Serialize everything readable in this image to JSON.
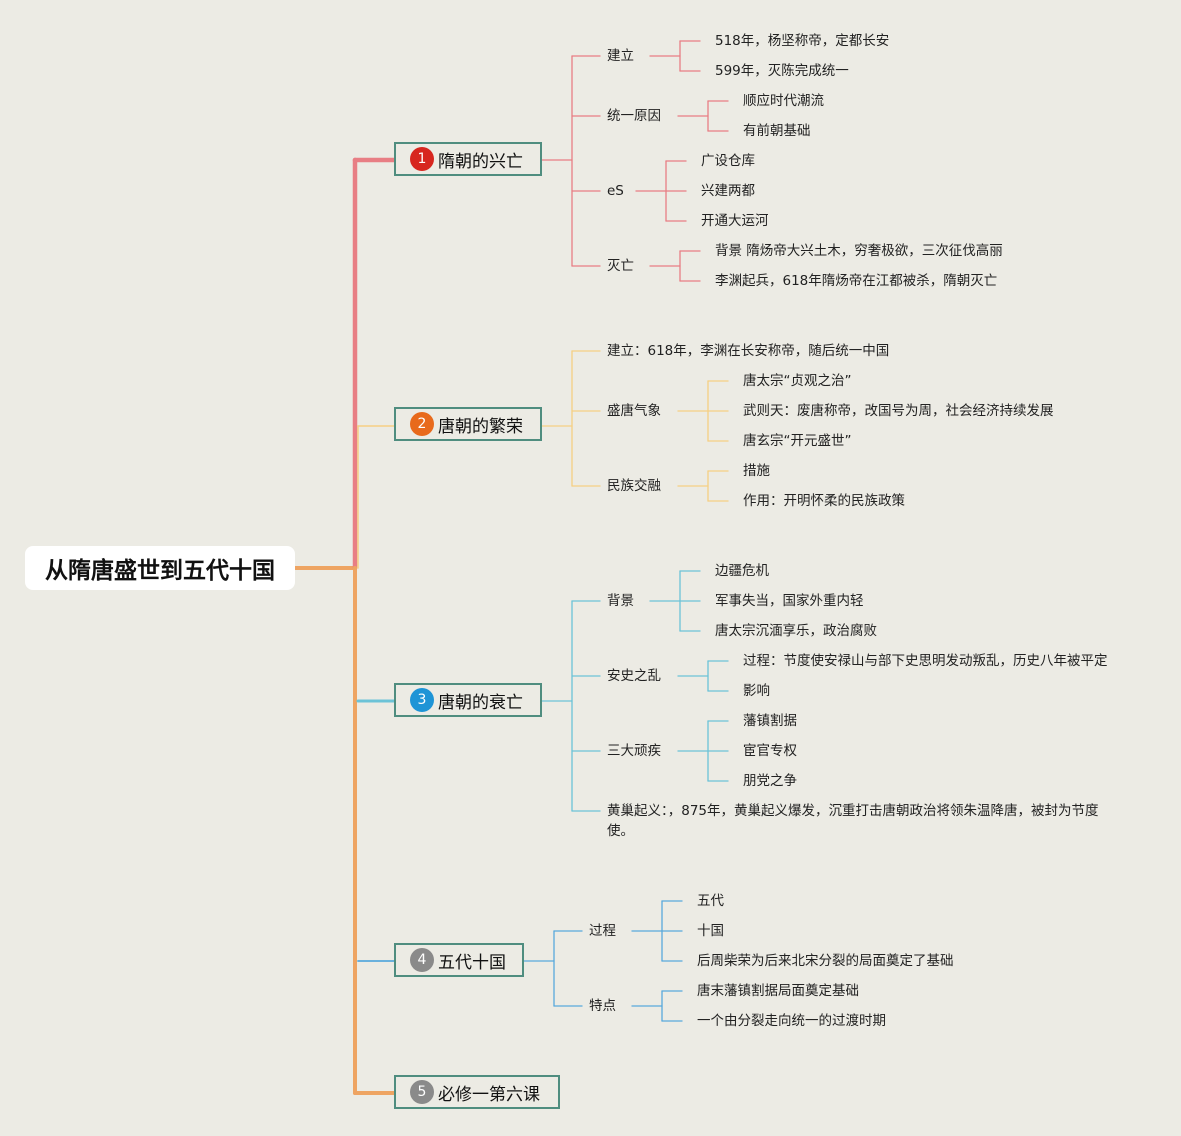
{
  "root": {
    "title": "从隋唐盛世到五代十国"
  },
  "colors": {
    "sui": "#e87e84",
    "tang": "#f6cf83",
    "decline": "#6cc3d7",
    "five": "#58a9dc",
    "course": "#eea462",
    "num1": "#d7261f",
    "num2": "#e86a1c",
    "num3": "#1e94d6",
    "num4": "#8a8a8a",
    "num5": "#8a8a8a"
  },
  "topics": [
    {
      "num": "1",
      "label": "隋朝的兴亡",
      "children": [
        {
          "label": "建立",
          "children": [
            "518年，杨坚称帝，定都长安",
            "599年，灭陈完成统一"
          ]
        },
        {
          "label": "统一原因",
          "children": [
            "顺应时代潮流",
            "有前朝基础"
          ]
        },
        {
          "label": "eS",
          "children": [
            "广设仓库",
            "兴建两都",
            "开通大运河"
          ]
        },
        {
          "label": "灭亡",
          "children": [
            "背景 隋炀帝大兴土木，穷奢极欲，三次征伐高丽",
            "李渊起兵，618年隋炀帝在江都被杀，隋朝灭亡"
          ]
        }
      ]
    },
    {
      "num": "2",
      "label": "唐朝的繁荣",
      "children": [
        {
          "label": "建立：618年，李渊在长安称帝，随后统一中国",
          "children": []
        },
        {
          "label": "盛唐气象",
          "children": [
            "唐太宗“贞观之治”",
            "武则天：废唐称帝，改国号为周，社会经济持续发展",
            "唐玄宗“开元盛世”"
          ]
        },
        {
          "label": "民族交融",
          "children": [
            "措施",
            "作用：开明怀柔的民族政策"
          ]
        }
      ]
    },
    {
      "num": "3",
      "label": "唐朝的衰亡",
      "children": [
        {
          "label": "背景",
          "children": [
            "边疆危机",
            "军事失当，国家外重内轻",
            "唐太宗沉湎享乐，政治腐败"
          ]
        },
        {
          "label": "安史之乱",
          "children": [
            "过程：节度使安禄山与部下史思明发动叛乱，历史八年被平定",
            "影响"
          ]
        },
        {
          "label": "三大顽疾",
          "children": [
            "藩镇割据",
            "宦官专权",
            "朋党之争"
          ]
        },
        {
          "label": "黄巢起义：，875年，黄巢起义爆发，沉重打击唐朝政治将领朱温降唐，被封为节度使。",
          "children": []
        }
      ]
    },
    {
      "num": "4",
      "label": "五代十国",
      "children": [
        {
          "label": "过程",
          "children": [
            "五代",
            "十国",
            "后周柴荣为后来北宋分裂的局面奠定了基础"
          ]
        },
        {
          "label": "特点",
          "children": [
            "唐末藩镇割据局面奠定基础",
            "一个由分裂走向统一的过渡时期"
          ]
        }
      ]
    },
    {
      "num": "5",
      "label": "必修一第六课",
      "children": []
    }
  ]
}
